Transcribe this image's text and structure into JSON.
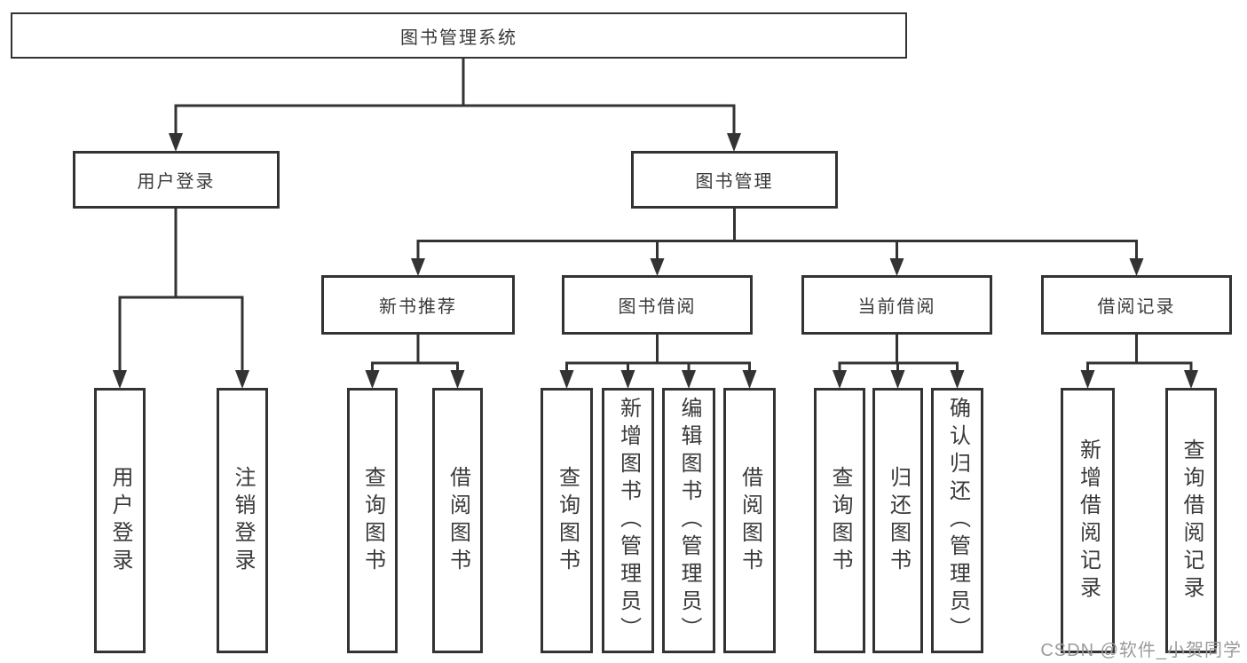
{
  "tree": {
    "label": "图书管理系统",
    "children": [
      {
        "label": "用户登录",
        "children": [
          {
            "label": "用户登录"
          },
          {
            "label": "注销登录"
          }
        ]
      },
      {
        "label": "图书管理",
        "children": [
          {
            "label": "新书推荐",
            "children": [
              {
                "label": "查询图书"
              },
              {
                "label": "借阅图书"
              }
            ]
          },
          {
            "label": "图书借阅",
            "children": [
              {
                "label": "查询图书"
              },
              {
                "label": "新增图书（管理员）"
              },
              {
                "label": "编辑图书（管理员）"
              },
              {
                "label": "借阅图书"
              }
            ]
          },
          {
            "label": "当前借阅",
            "children": [
              {
                "label": "查询图书"
              },
              {
                "label": "归还图书"
              },
              {
                "label": "确认归还（管理员）"
              }
            ]
          },
          {
            "label": "借阅记录",
            "children": [
              {
                "label": "新增借阅记录"
              },
              {
                "label": "查询借阅记录"
              }
            ]
          }
        ]
      }
    ]
  },
  "watermark": {
    "text": "CSDN @软件_小贺同学"
  },
  "colors": {
    "line": "#333333",
    "text": "#3a3a3a",
    "watermark": "#9b9b9b",
    "background": "#ffffff"
  }
}
